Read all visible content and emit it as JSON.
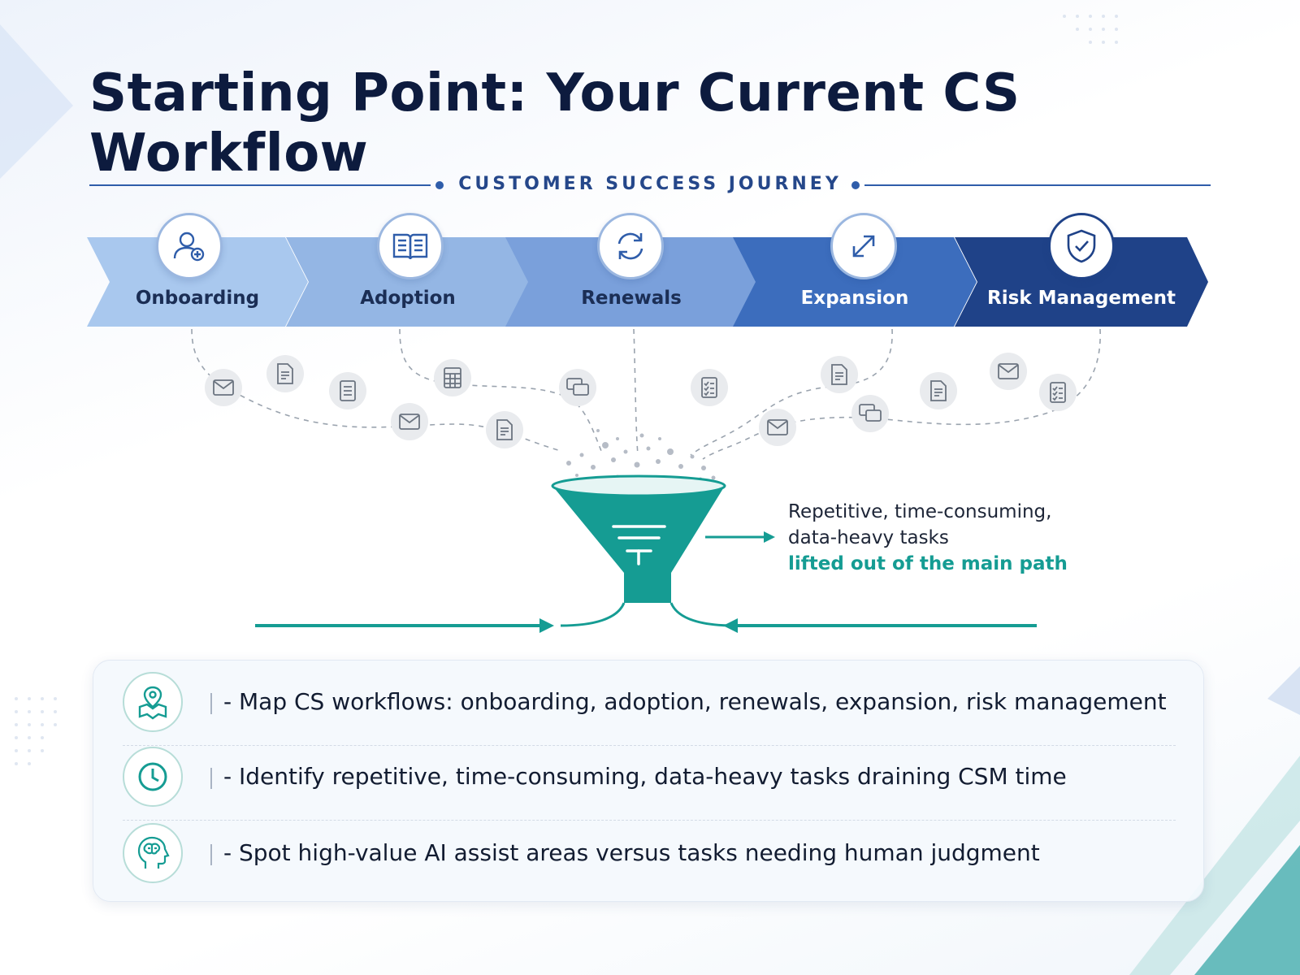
{
  "title": "Starting Point: Your Current CS Workflow",
  "journey_label": "CUSTOMER SUCCESS JOURNEY",
  "stages": [
    {
      "label": "Onboarding",
      "icon": "user-add-icon",
      "color": "#a9c8ee",
      "text_color": "#1b2e55"
    },
    {
      "label": "Adoption",
      "icon": "open-book-icon",
      "color": "#94b6e4",
      "text_color": "#1b2e55"
    },
    {
      "label": "Renewals",
      "icon": "refresh-icon",
      "color": "#7aa0db",
      "text_color": "#1b2e55"
    },
    {
      "label": "Expansion",
      "icon": "expand-arrows-icon",
      "color": "#3c6dbd",
      "text_color": "#ffffff"
    },
    {
      "label": "Risk Management",
      "icon": "shield-check-icon",
      "color": "#1f4288",
      "text_color": "#ffffff"
    }
  ],
  "callout": {
    "line1": "Repetitive, time-consuming,",
    "line2": "data-heavy tasks",
    "line3": "lifted out of the main path"
  },
  "bullets": [
    {
      "text": "- Map CS workflows: onboarding, adoption, renewals, expansion, risk management",
      "icon": "map-pin-icon"
    },
    {
      "text": "- Identify repetitive, time-consuming, data-heavy tasks draining CSM time",
      "icon": "clock-icon"
    },
    {
      "text": "- Spot high-value AI assist areas versus tasks needing human judgment",
      "icon": "brain-head-icon"
    }
  ],
  "colors": {
    "title": "#0d1b3e",
    "journey": "#2f5daa",
    "funnel": "#159c93",
    "highlight": "#159c93"
  }
}
